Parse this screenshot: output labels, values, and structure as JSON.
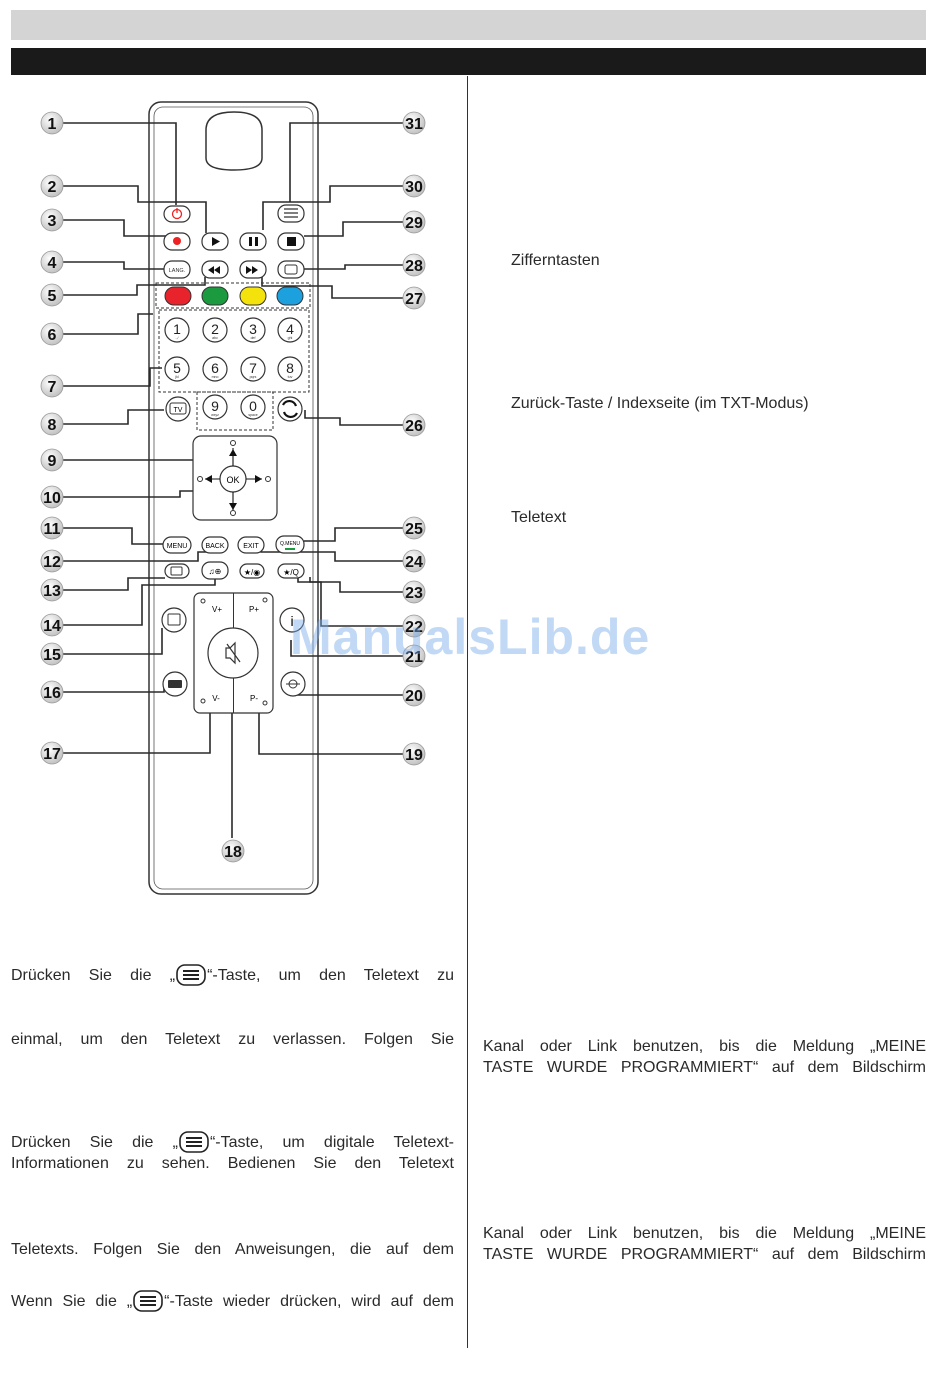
{
  "header": {
    "grey_band": "",
    "black_band": ""
  },
  "remote": {
    "callouts": [
      "1",
      "2",
      "3",
      "4",
      "5",
      "6",
      "7",
      "8",
      "9",
      "10",
      "11",
      "12",
      "13",
      "14",
      "15",
      "16",
      "17",
      "18",
      "19",
      "20",
      "21",
      "22",
      "23",
      "24",
      "25",
      "26",
      "27",
      "28",
      "29",
      "30",
      "31"
    ],
    "buttons": {
      "lang": "LANG.",
      "ok": "OK",
      "menu": "MENU",
      "back": "BACK",
      "exit": "EXIT",
      "qmenu": "Q.MENU",
      "tv": "TV",
      "vplus": "V+",
      "vminus": "V-",
      "pplus": "P+",
      "pminus": "P-",
      "info": "i",
      "fav1": "★/◉",
      "fav2": "★/Q"
    },
    "digits": [
      {
        "num": "1",
        "sub": ".,/"
      },
      {
        "num": "2",
        "sub": "abc"
      },
      {
        "num": "3",
        "sub": "def"
      },
      {
        "num": "4",
        "sub": "ghi"
      },
      {
        "num": "5",
        "sub": "jkl"
      },
      {
        "num": "6",
        "sub": "mno"
      },
      {
        "num": "7",
        "sub": "pqrs"
      },
      {
        "num": "8",
        "sub": "tuv"
      },
      {
        "num": "9",
        "sub": "wxyz"
      },
      {
        "num": "0",
        "sub": "space"
      }
    ],
    "color_keys": [
      "#e8232b",
      "#1b9a3f",
      "#f4e20c",
      "#1da0de"
    ]
  },
  "right_labels": {
    "digits": "Zifferntasten",
    "back": "Zurück-Taste / Indexseite (im TXT-Modus)",
    "teletext": "Teletext"
  },
  "left_text": {
    "p1_a": "Drücken Sie die „",
    "p1_b": "“-Taste, um den Teletext zu",
    "p2": "einmal, um den Teletext zu verlassen. Folgen Sie",
    "p3_a": "Drücken Sie die „",
    "p3_b": "“-Taste, um digitale Teletext-",
    "p3_line2": "Informationen zu sehen. Bedienen Sie den Teletext",
    "p4": "Teletexts. Folgen Sie den Anweisungen, die auf dem",
    "p5_a": "Wenn Sie die „",
    "p5_b": "“-Taste wieder drücken, wird auf dem"
  },
  "right_text": {
    "block1_line1": "Kanal oder Link benutzen, bis die Meldung „MEINE",
    "block1_line2": "TASTE WURDE PROGRAMMIERT“ auf dem Bildschirm",
    "block2_line1": "Kanal oder Link benutzen, bis die Meldung „MEINE",
    "block2_line2": "TASTE WURDE PROGRAMMIERT“ auf dem Bildschirm"
  },
  "watermark": "ManualsLib.de",
  "colors": {
    "line": "#2a2a2a",
    "callout_fill": "#dcdcdc",
    "watermark": "#78aaeb"
  }
}
